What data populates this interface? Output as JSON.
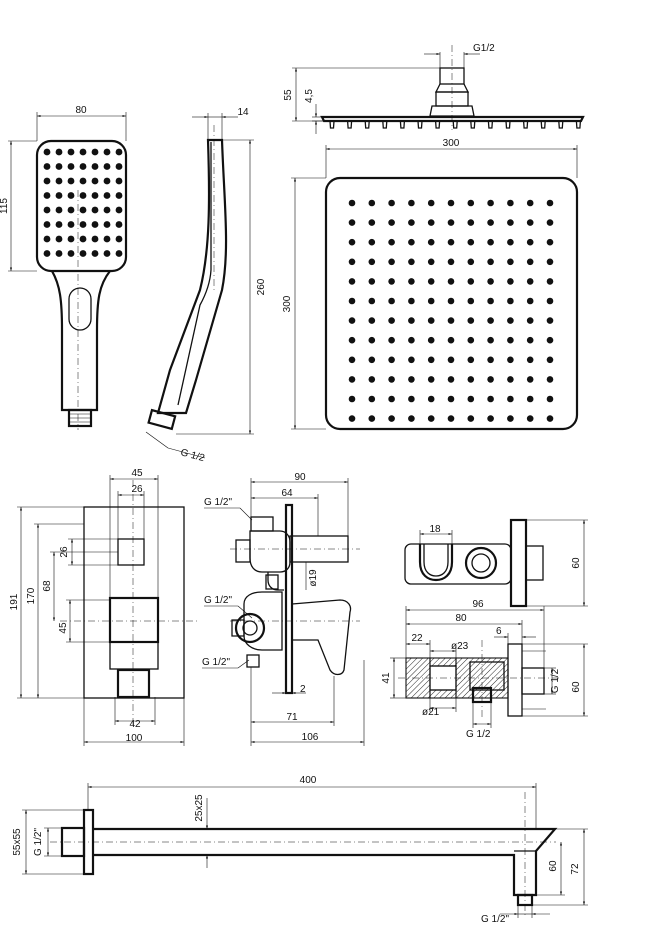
{
  "dimensions": {
    "hand_width": "80",
    "hand_head_height": "115",
    "hand_thickness": "14",
    "hand_length": "260",
    "hand_thread": "G 1/2",
    "rain_thread": "G1/2",
    "rain_height": "55",
    "rain_plate": "4,5",
    "rain_width": "300",
    "rain_depth": "300",
    "plate_outer_width": "45",
    "plate_inner_width": "26",
    "plate_square_height": "26",
    "plate_height": "191",
    "plate_inner_height": "170",
    "plate_offset": "68",
    "plate_handle_offset": "45",
    "plate_handle_width": "42",
    "plate_width": "100",
    "mixer_thread_top": "G 1/2\"",
    "mixer_thread_mid": "G 1/2\"",
    "mixer_thread_bottom": "G 1/2\"",
    "mixer_depth_total": "90",
    "mixer_depth": "64",
    "mixer_bore": "ø19",
    "mixer_plate": "2",
    "mixer_body": "71",
    "mixer_overall": "106",
    "holder_radius": "18",
    "holder_height": "60",
    "holder_length": "96",
    "holder_body": "80",
    "holder_wall": "22",
    "holder_bore_outer": "ø23",
    "holder_plate": "6",
    "holder_side_height": "41",
    "holder_bore_inner": "ø21",
    "holder_thread_right": "G 1/2",
    "holder_thread_bottom": "G 1/2",
    "holder_side_total": "60",
    "arm_length": "400",
    "arm_section": "25x25",
    "arm_flange": "55x55",
    "arm_thread_wall": "G 1/2\"",
    "arm_drop": "60",
    "arm_drop_total": "72",
    "arm_thread_end": "G 1/2\""
  }
}
